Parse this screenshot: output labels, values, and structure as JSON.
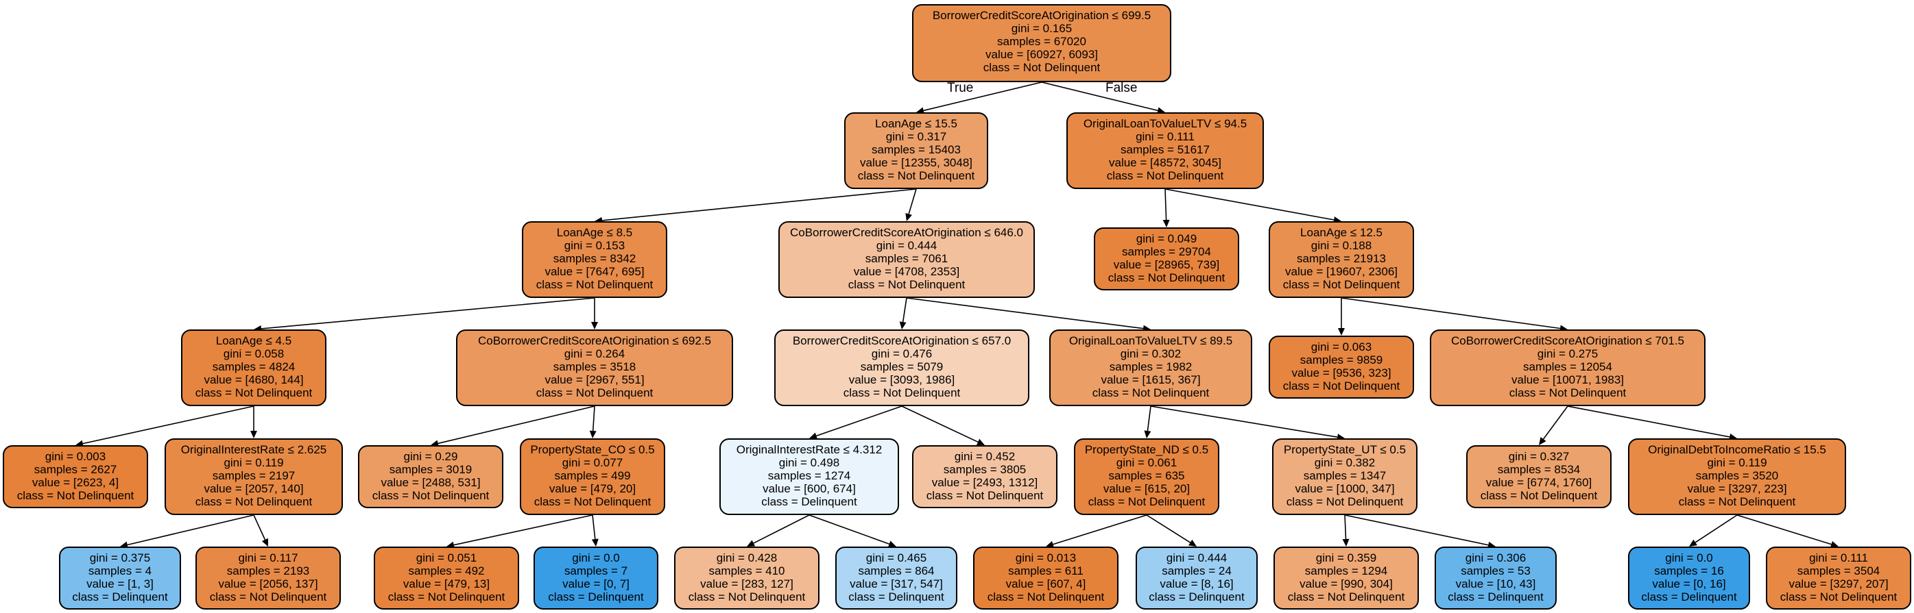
{
  "tree": {
    "colors": {
      "delinquent_hue": "#399de5",
      "not_delinquent_hue": "#e58139"
    },
    "edge_labels": {
      "true_label": "True",
      "false_label": "False"
    },
    "nodes": [
      {
        "id": 0,
        "condition": "BorrowerCreditScoreAtOrigination ≤ 699.5",
        "gini": "gini = 0.165",
        "samples": "samples = 67020",
        "value": "value = [60927, 6093]",
        "class": "class = Not Delinquent",
        "counts": [
          60927,
          6093
        ]
      },
      {
        "id": 1,
        "condition": "LoanAge ≤ 15.5",
        "gini": "gini = 0.317",
        "samples": "samples = 15403",
        "value": "value = [12355, 3048]",
        "class": "class = Not Delinquent",
        "counts": [
          12355,
          3048
        ]
      },
      {
        "id": 2,
        "condition": "OriginalLoanToValueLTV ≤ 94.5",
        "gini": "gini = 0.111",
        "samples": "samples = 51617",
        "value": "value = [48572, 3045]",
        "class": "class = Not Delinquent",
        "counts": [
          48572,
          3045
        ]
      },
      {
        "id": 3,
        "condition": "LoanAge ≤ 8.5",
        "gini": "gini = 0.153",
        "samples": "samples = 8342",
        "value": "value = [7647, 695]",
        "class": "class = Not Delinquent",
        "counts": [
          7647,
          695
        ]
      },
      {
        "id": 4,
        "condition": "CoBorrowerCreditScoreAtOrigination ≤ 646.0",
        "gini": "gini = 0.444",
        "samples": "samples = 7061",
        "value": "value = [4708, 2353]",
        "class": "class = Not Delinquent",
        "counts": [
          4708,
          2353
        ]
      },
      {
        "id": 5,
        "condition": "",
        "gini": "gini = 0.049",
        "samples": "samples = 29704",
        "value": "value = [28965, 739]",
        "class": "class = Not Delinquent",
        "counts": [
          28965,
          739
        ]
      },
      {
        "id": 6,
        "condition": "LoanAge ≤ 12.5",
        "gini": "gini = 0.188",
        "samples": "samples = 21913",
        "value": "value = [19607, 2306]",
        "class": "class = Not Delinquent",
        "counts": [
          19607,
          2306
        ]
      },
      {
        "id": 7,
        "condition": "LoanAge ≤ 4.5",
        "gini": "gini = 0.058",
        "samples": "samples = 4824",
        "value": "value = [4680, 144]",
        "class": "class = Not Delinquent",
        "counts": [
          4680,
          144
        ]
      },
      {
        "id": 8,
        "condition": "CoBorrowerCreditScoreAtOrigination ≤ 692.5",
        "gini": "gini = 0.264",
        "samples": "samples = 3518",
        "value": "value = [2967, 551]",
        "class": "class = Not Delinquent",
        "counts": [
          2967,
          551
        ]
      },
      {
        "id": 9,
        "condition": "BorrowerCreditScoreAtOrigination ≤ 657.0",
        "gini": "gini = 0.476",
        "samples": "samples = 5079",
        "value": "value = [3093, 1986]",
        "class": "class = Not Delinquent",
        "counts": [
          3093,
          1986
        ]
      },
      {
        "id": 10,
        "condition": "OriginalLoanToValueLTV ≤ 89.5",
        "gini": "gini = 0.302",
        "samples": "samples = 1982",
        "value": "value = [1615, 367]",
        "class": "class = Not Delinquent",
        "counts": [
          1615,
          367
        ]
      },
      {
        "id": 11,
        "condition": "",
        "gini": "gini = 0.063",
        "samples": "samples = 9859",
        "value": "value = [9536, 323]",
        "class": "class = Not Delinquent",
        "counts": [
          9536,
          323
        ]
      },
      {
        "id": 12,
        "condition": "CoBorrowerCreditScoreAtOrigination ≤ 701.5",
        "gini": "gini = 0.275",
        "samples": "samples = 12054",
        "value": "value = [10071, 1983]",
        "class": "class = Not Delinquent",
        "counts": [
          10071,
          1983
        ]
      },
      {
        "id": 13,
        "condition": "",
        "gini": "gini = 0.003",
        "samples": "samples = 2627",
        "value": "value = [2623, 4]",
        "class": "class = Not Delinquent",
        "counts": [
          2623,
          4
        ]
      },
      {
        "id": 14,
        "condition": "OriginalInterestRate ≤ 2.625",
        "gini": "gini = 0.119",
        "samples": "samples = 2197",
        "value": "value = [2057, 140]",
        "class": "class = Not Delinquent",
        "counts": [
          2057,
          140
        ]
      },
      {
        "id": 15,
        "condition": "",
        "gini": "gini = 0.29",
        "samples": "samples = 3019",
        "value": "value = [2488, 531]",
        "class": "class = Not Delinquent",
        "counts": [
          2488,
          531
        ]
      },
      {
        "id": 16,
        "condition": "PropertyState_CO ≤ 0.5",
        "gini": "gini = 0.077",
        "samples": "samples = 499",
        "value": "value = [479, 20]",
        "class": "class = Not Delinquent",
        "counts": [
          479,
          20
        ]
      },
      {
        "id": 17,
        "condition": "OriginalInterestRate ≤ 4.312",
        "gini": "gini = 0.498",
        "samples": "samples = 1274",
        "value": "value = [600, 674]",
        "class": "class = Delinquent",
        "counts": [
          600,
          674
        ]
      },
      {
        "id": 18,
        "condition": "",
        "gini": "gini = 0.452",
        "samples": "samples = 3805",
        "value": "value = [2493, 1312]",
        "class": "class = Not Delinquent",
        "counts": [
          2493,
          1312
        ]
      },
      {
        "id": 19,
        "condition": "PropertyState_ND ≤ 0.5",
        "gini": "gini = 0.061",
        "samples": "samples = 635",
        "value": "value = [615, 20]",
        "class": "class = Not Delinquent",
        "counts": [
          615,
          20
        ]
      },
      {
        "id": 20,
        "condition": "PropertyState_UT ≤ 0.5",
        "gini": "gini = 0.382",
        "samples": "samples = 1347",
        "value": "value = [1000, 347]",
        "class": "class = Not Delinquent",
        "counts": [
          1000,
          347
        ]
      },
      {
        "id": 21,
        "condition": "",
        "gini": "gini = 0.327",
        "samples": "samples = 8534",
        "value": "value = [6774, 1760]",
        "class": "class = Not Delinquent",
        "counts": [
          6774,
          1760
        ]
      },
      {
        "id": 22,
        "condition": "OriginalDebtToIncomeRatio ≤ 15.5",
        "gini": "gini = 0.119",
        "samples": "samples = 3520",
        "value": "value = [3297, 223]",
        "class": "class = Not Delinquent",
        "counts": [
          3297,
          223
        ]
      },
      {
        "id": 23,
        "condition": "",
        "gini": "gini = 0.375",
        "samples": "samples = 4",
        "value": "value = [1, 3]",
        "class": "class = Delinquent",
        "counts": [
          1,
          3
        ]
      },
      {
        "id": 24,
        "condition": "",
        "gini": "gini = 0.117",
        "samples": "samples = 2193",
        "value": "value = [2056, 137]",
        "class": "class = Not Delinquent",
        "counts": [
          2056,
          137
        ]
      },
      {
        "id": 25,
        "condition": "",
        "gini": "gini = 0.051",
        "samples": "samples = 492",
        "value": "value = [479, 13]",
        "class": "class = Not Delinquent",
        "counts": [
          479,
          13
        ]
      },
      {
        "id": 26,
        "condition": "",
        "gini": "gini = 0.0",
        "samples": "samples = 7",
        "value": "value = [0, 7]",
        "class": "class = Delinquent",
        "counts": [
          0,
          7
        ]
      },
      {
        "id": 27,
        "condition": "",
        "gini": "gini = 0.428",
        "samples": "samples = 410",
        "value": "value = [283, 127]",
        "class": "class = Not Delinquent",
        "counts": [
          283,
          127
        ]
      },
      {
        "id": 28,
        "condition": "",
        "gini": "gini = 0.465",
        "samples": "samples = 864",
        "value": "value = [317, 547]",
        "class": "class = Delinquent",
        "counts": [
          317,
          547
        ]
      },
      {
        "id": 29,
        "condition": "",
        "gini": "gini = 0.013",
        "samples": "samples = 611",
        "value": "value = [607, 4]",
        "class": "class = Not Delinquent",
        "counts": [
          607,
          4
        ]
      },
      {
        "id": 30,
        "condition": "",
        "gini": "gini = 0.444",
        "samples": "samples = 24",
        "value": "value = [8, 16]",
        "class": "class = Delinquent",
        "counts": [
          8,
          16
        ]
      },
      {
        "id": 31,
        "condition": "",
        "gini": "gini = 0.359",
        "samples": "samples = 1294",
        "value": "value = [990, 304]",
        "class": "class = Not Delinquent",
        "counts": [
          990,
          304
        ]
      },
      {
        "id": 32,
        "condition": "",
        "gini": "gini = 0.306",
        "samples": "samples = 53",
        "value": "value = [10, 43]",
        "class": "class = Delinquent",
        "counts": [
          10,
          43
        ]
      },
      {
        "id": 33,
        "condition": "",
        "gini": "gini = 0.0",
        "samples": "samples = 16",
        "value": "value = [0, 16]",
        "class": "class = Delinquent",
        "counts": [
          0,
          16
        ]
      },
      {
        "id": 34,
        "condition": "",
        "gini": "gini = 0.111",
        "samples": "samples = 3504",
        "value": "value = [3297, 207]",
        "class": "class = Not Delinquent",
        "counts": [
          3297,
          207
        ]
      }
    ],
    "edges": [
      [
        0,
        1
      ],
      [
        0,
        2
      ],
      [
        1,
        3
      ],
      [
        1,
        4
      ],
      [
        2,
        5
      ],
      [
        2,
        6
      ],
      [
        3,
        7
      ],
      [
        3,
        8
      ],
      [
        4,
        9
      ],
      [
        4,
        10
      ],
      [
        6,
        11
      ],
      [
        6,
        12
      ],
      [
        7,
        13
      ],
      [
        7,
        14
      ],
      [
        8,
        15
      ],
      [
        8,
        16
      ],
      [
        9,
        17
      ],
      [
        9,
        18
      ],
      [
        10,
        19
      ],
      [
        10,
        20
      ],
      [
        12,
        21
      ],
      [
        12,
        22
      ],
      [
        14,
        23
      ],
      [
        14,
        24
      ],
      [
        16,
        25
      ],
      [
        16,
        26
      ],
      [
        17,
        27
      ],
      [
        17,
        28
      ],
      [
        19,
        29
      ],
      [
        19,
        30
      ],
      [
        20,
        31
      ],
      [
        20,
        32
      ],
      [
        22,
        33
      ],
      [
        22,
        34
      ]
    ]
  }
}
